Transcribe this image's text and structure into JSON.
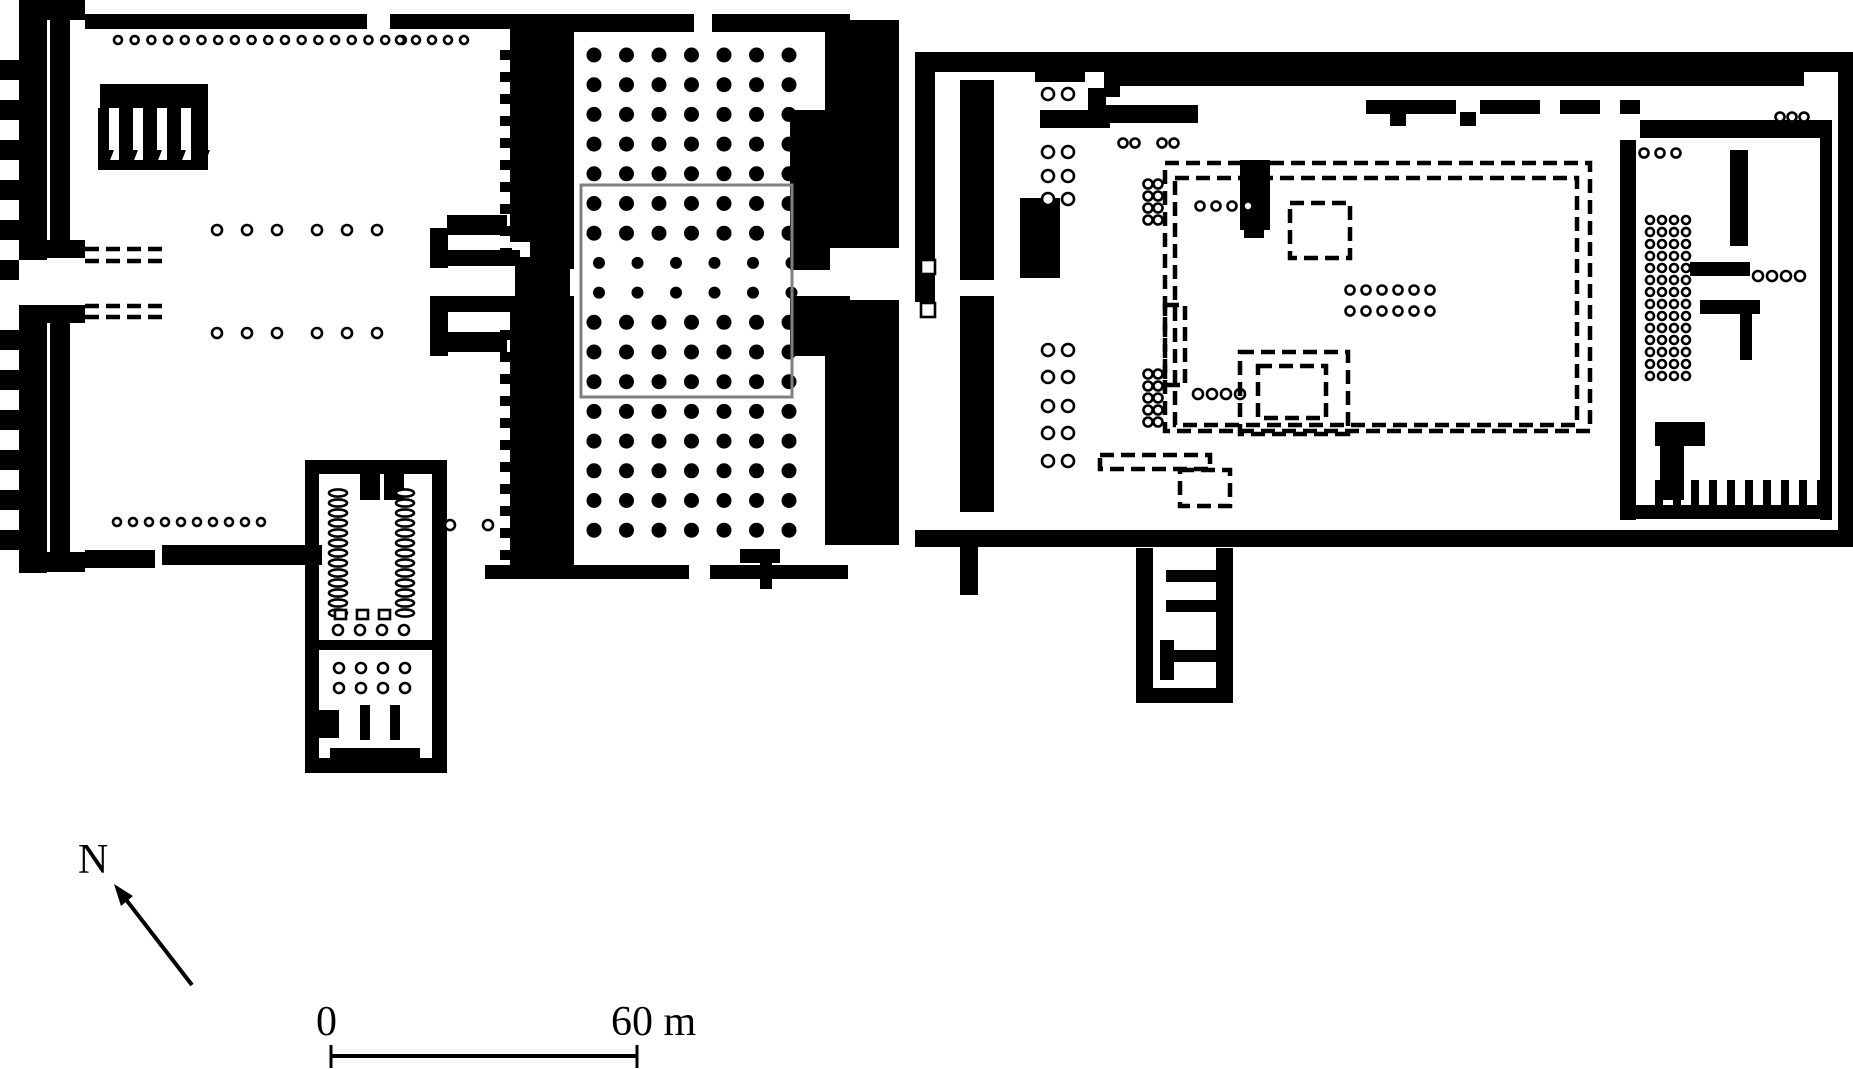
{
  "colors": {
    "ink": "#000000",
    "paper": "#ffffff",
    "highlight": "#808080"
  },
  "north_arrow": {
    "label": "N"
  },
  "scale_bar": {
    "start_label": "0",
    "end_label": "60 m"
  }
}
